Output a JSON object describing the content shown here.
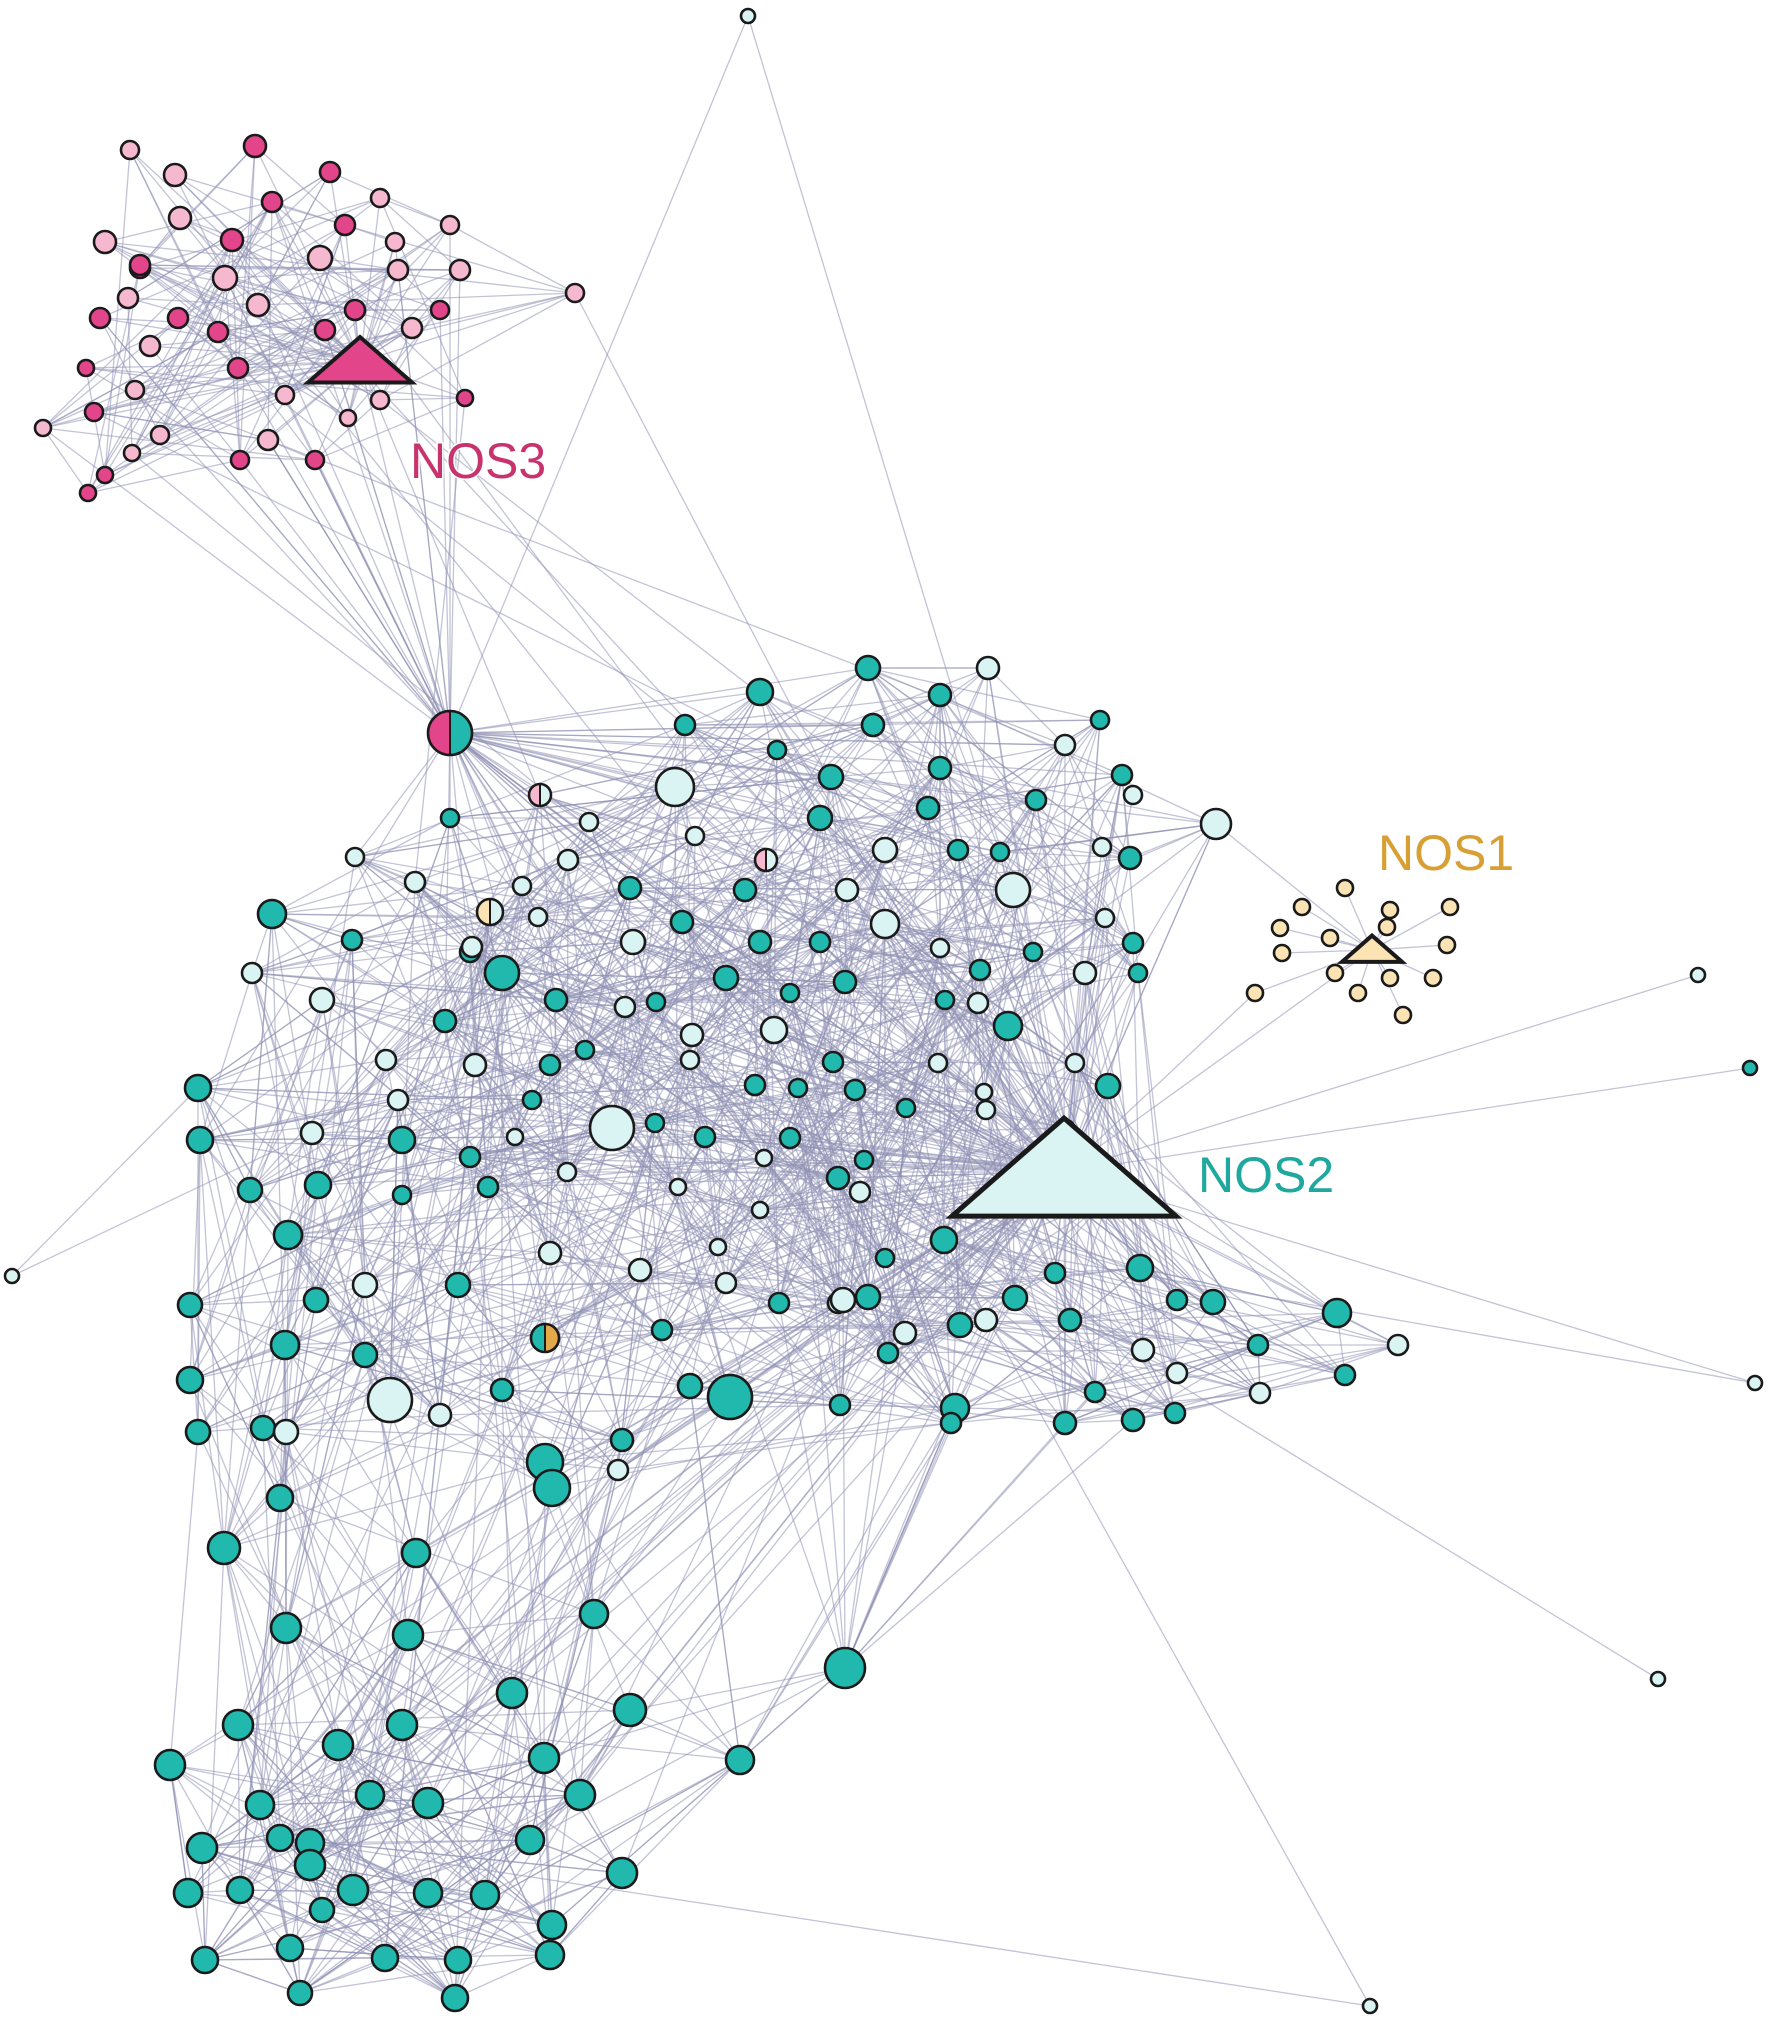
{
  "labels": {
    "nos3": "NOS3",
    "nos1": "NOS1",
    "nos2": "NOS2"
  },
  "colors": {
    "edge": "#8f92b5",
    "nos2_dark": "#21b9ae",
    "nos2_light": "#d9f4f3",
    "nos3_dark": "#e24589",
    "nos3_light": "#f6b8cf",
    "nos1_dark": "#e3a84a",
    "nos1_light": "#fbe3b3",
    "label_nos3": "#c8336e",
    "label_nos1": "#d8a034",
    "label_nos2": "#1fa89d",
    "outline": "#1a1a1a"
  },
  "icons": {
    "hub": "triangle-icon",
    "member": "circle-icon",
    "shared": "split-circle-icon"
  }
}
